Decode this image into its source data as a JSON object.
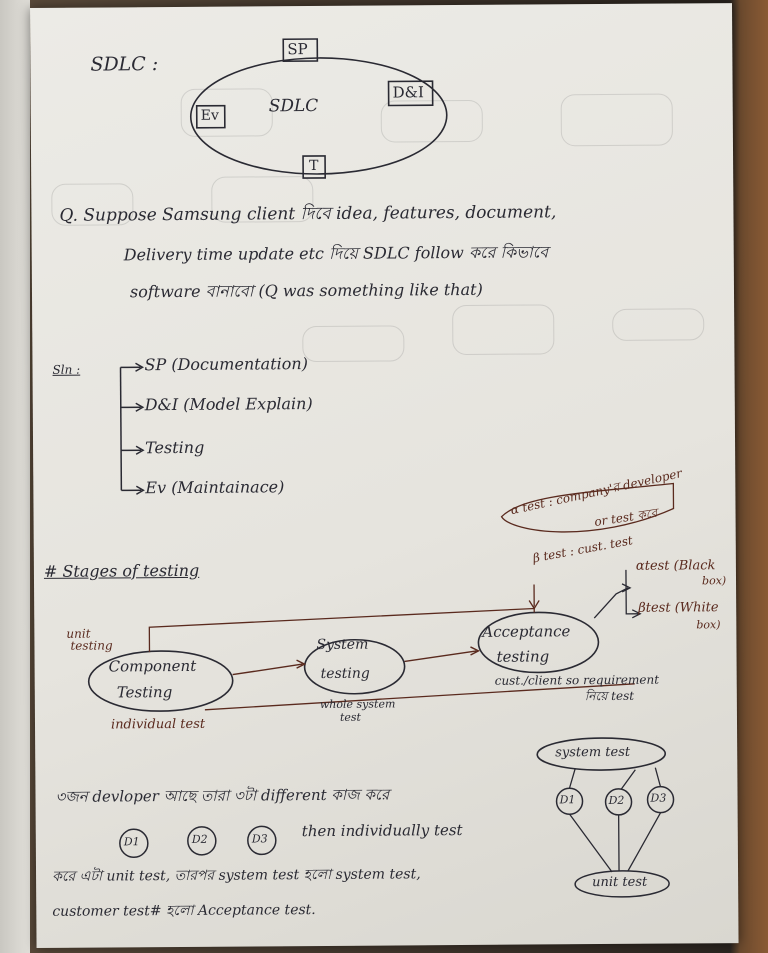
{
  "note": {
    "sdlc_heading": "SDLC :",
    "cycle": {
      "top": "SP",
      "right": "D&I",
      "left": "Ev",
      "bottom": "T",
      "center": "SDLC"
    },
    "question": {
      "line1": "Q. Suppose Samsung client দিবে idea, features, document,",
      "line2": "Delivery time update etc দিয়ে SDLC follow করে কিভাবে",
      "line3": "software বানাবো (Q was something like that)"
    },
    "solution": {
      "label": "Sln :",
      "items": [
        "SP (Documentation)",
        "D&I (Model Explain)",
        "Testing",
        "Ev (Maintainace)"
      ]
    },
    "stages": {
      "heading": "# Stages of testing",
      "alpha_note_line1": "α test : company'র developer",
      "alpha_note_line2": "or test করে",
      "beta_note": "β test : cust. test",
      "alpha_branch_line1": "αtest (Black",
      "alpha_branch_line2": "box)",
      "beta_branch_line1": "βtest (White",
      "beta_branch_line2": "box)",
      "unit_testing_line1": "unit",
      "unit_testing_line2": "testing",
      "component_line1": "Component",
      "component_line2": "Testing",
      "individual": "individual test",
      "system_line1": "System",
      "system_line2": "testing",
      "whole_system_line1": "whole system",
      "whole_system_line2": "test",
      "acceptance_line1": "Acceptance",
      "acceptance_line2": "testing",
      "cust_client_line1": "cust./client so requirement",
      "cust_client_line2": "নিয়ে test"
    },
    "bottom": {
      "line1": "৩জন devloper আছে তারা ৩টা different কাজ করে",
      "d1": "D1",
      "d2": "D2",
      "d3": "D3",
      "then": "then individually test",
      "line3": "করে এটা unit test, তারপর system test হলো system test,",
      "line4": "customer test# হলো Acceptance test.",
      "system_test": "system test",
      "unit_test": "unit test"
    }
  }
}
